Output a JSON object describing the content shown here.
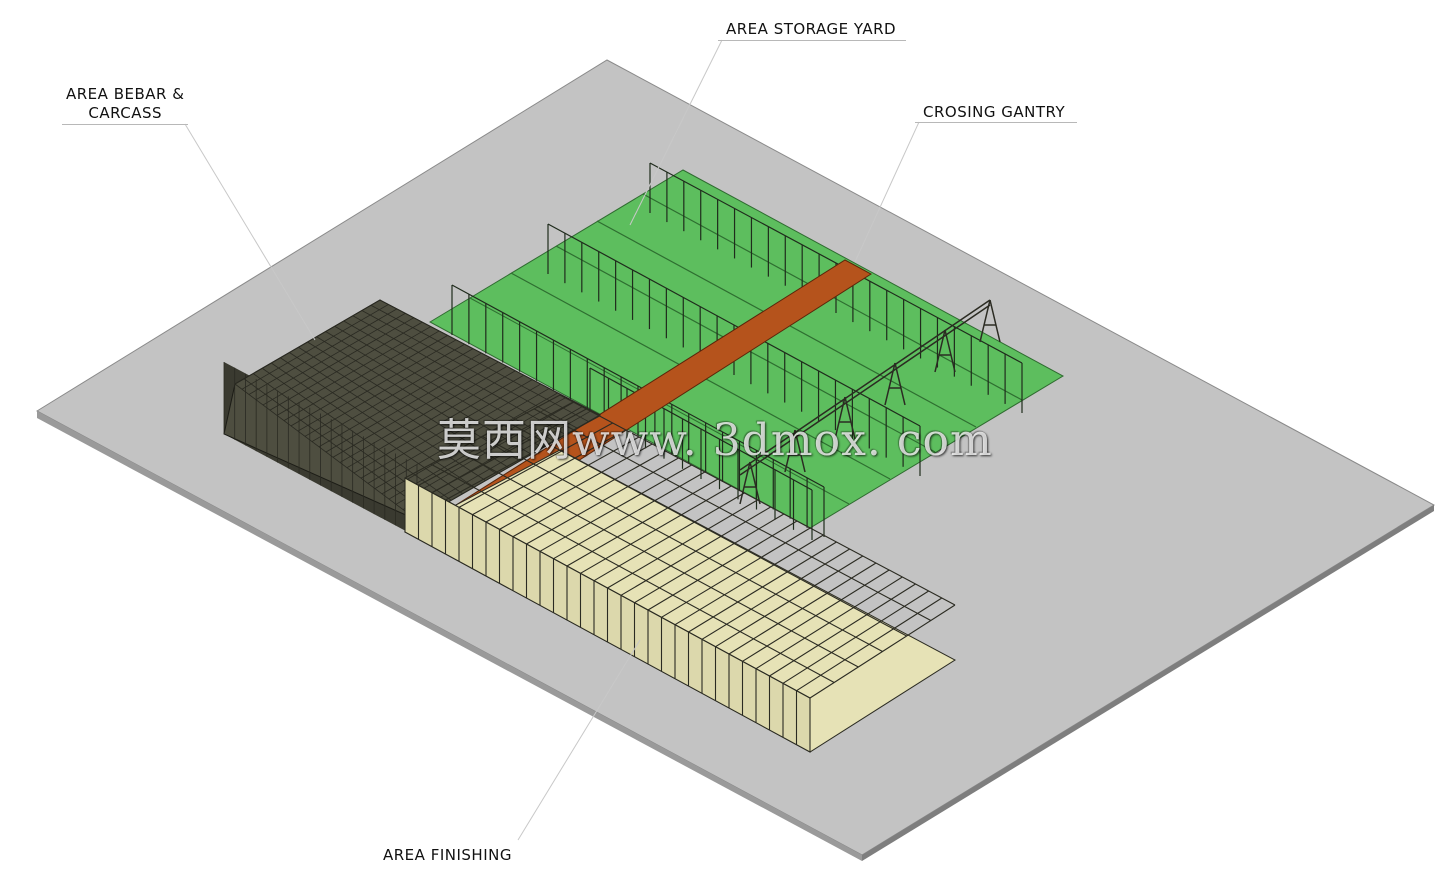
{
  "labels": {
    "storage_yard": "AREA STORAGE YARD",
    "crossing_gantry": "CROSING GANTRY",
    "bebar_line1": "AREA BEBAR &",
    "bebar_line2": "CARCASS",
    "finishing": "AREA FINISHING"
  },
  "watermark": "莫西网www. 3dmox. com",
  "colors": {
    "base_plate": "#c3c3c3",
    "base_edge": "#8e8e8e",
    "storage_yard": "#5dbe5e",
    "crossing_path": "#b5531c",
    "building_roof": "#4a4a3c",
    "steel_frame": "#2b2b22",
    "floor": "#e6e2b6"
  }
}
